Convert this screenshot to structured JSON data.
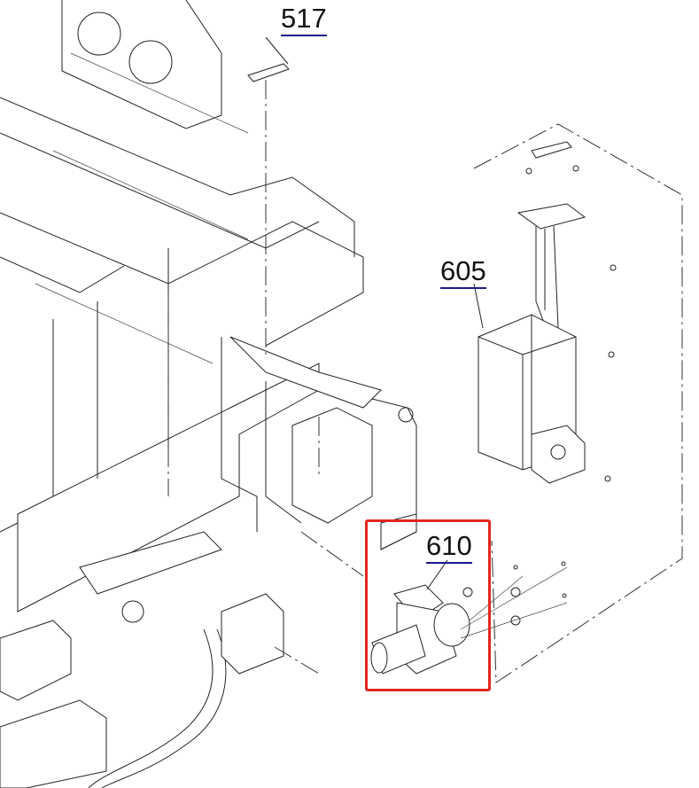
{
  "diagram": {
    "type": "exploded-parts-diagram",
    "callouts": [
      {
        "id": "517",
        "label": "517"
      },
      {
        "id": "605",
        "label": "605"
      },
      {
        "id": "610",
        "label": "610",
        "highlighted": true
      }
    ],
    "colors": {
      "highlight": "#e3261f",
      "callout_underline": "#1a1a8c",
      "line": "#222222"
    }
  }
}
